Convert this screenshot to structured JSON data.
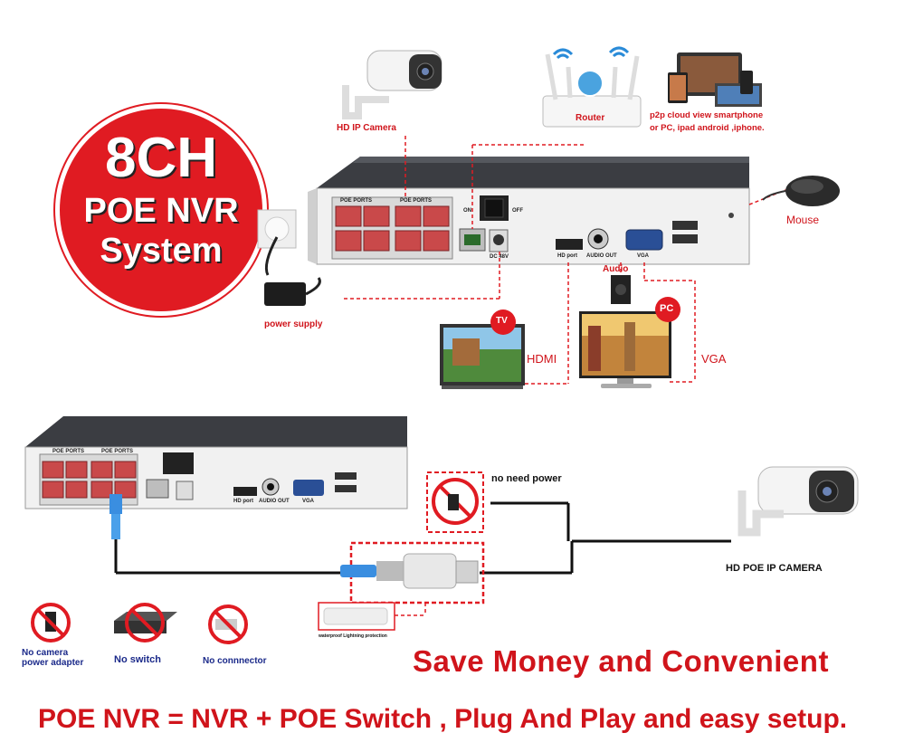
{
  "badge": {
    "line1": "8CH",
    "line2": "POE NVR",
    "line3": "System"
  },
  "top_diagram": {
    "hd_ip_camera": "HD IP Camera",
    "router": "Router",
    "p2p_line1": "p2p cloud  view smartphone",
    "p2p_line2": "or PC, ipad android ,iphone.",
    "mouse": "Mouse",
    "power_supply": "power supply",
    "audio": "Audio",
    "hdmi": "HDMI",
    "vga": "VGA",
    "tv_badge": "TV",
    "pc_badge": "PC",
    "panel": {
      "poe_ports": "POE PORTS",
      "on": "ON",
      "off": "OFF",
      "dc48v": "DC 48V",
      "hd_port": "HD port",
      "audio_out": "AUDIO OUT",
      "vga": "VGA"
    }
  },
  "bottom_diagram": {
    "no_need_power": "no need power",
    "hd_poe_ip_camera": "HD POE IP CAMERA",
    "waterproof": "waterproof Lightning protection",
    "no_adapter": "No camera\npower adapter",
    "no_adapter_l1": "No camera",
    "no_adapter_l2": "power adapter",
    "no_switch": "No switch",
    "no_connector": "No connnector"
  },
  "headline": "Save Money and Convenient",
  "footer": "POE NVR = NVR + POE Switch , Plug And Play and easy setup.",
  "colors": {
    "accent": "#e01b22",
    "port": "#c9494a",
    "nvr_top": "#3a3c40",
    "nvr_front": "#f2f2f2"
  }
}
